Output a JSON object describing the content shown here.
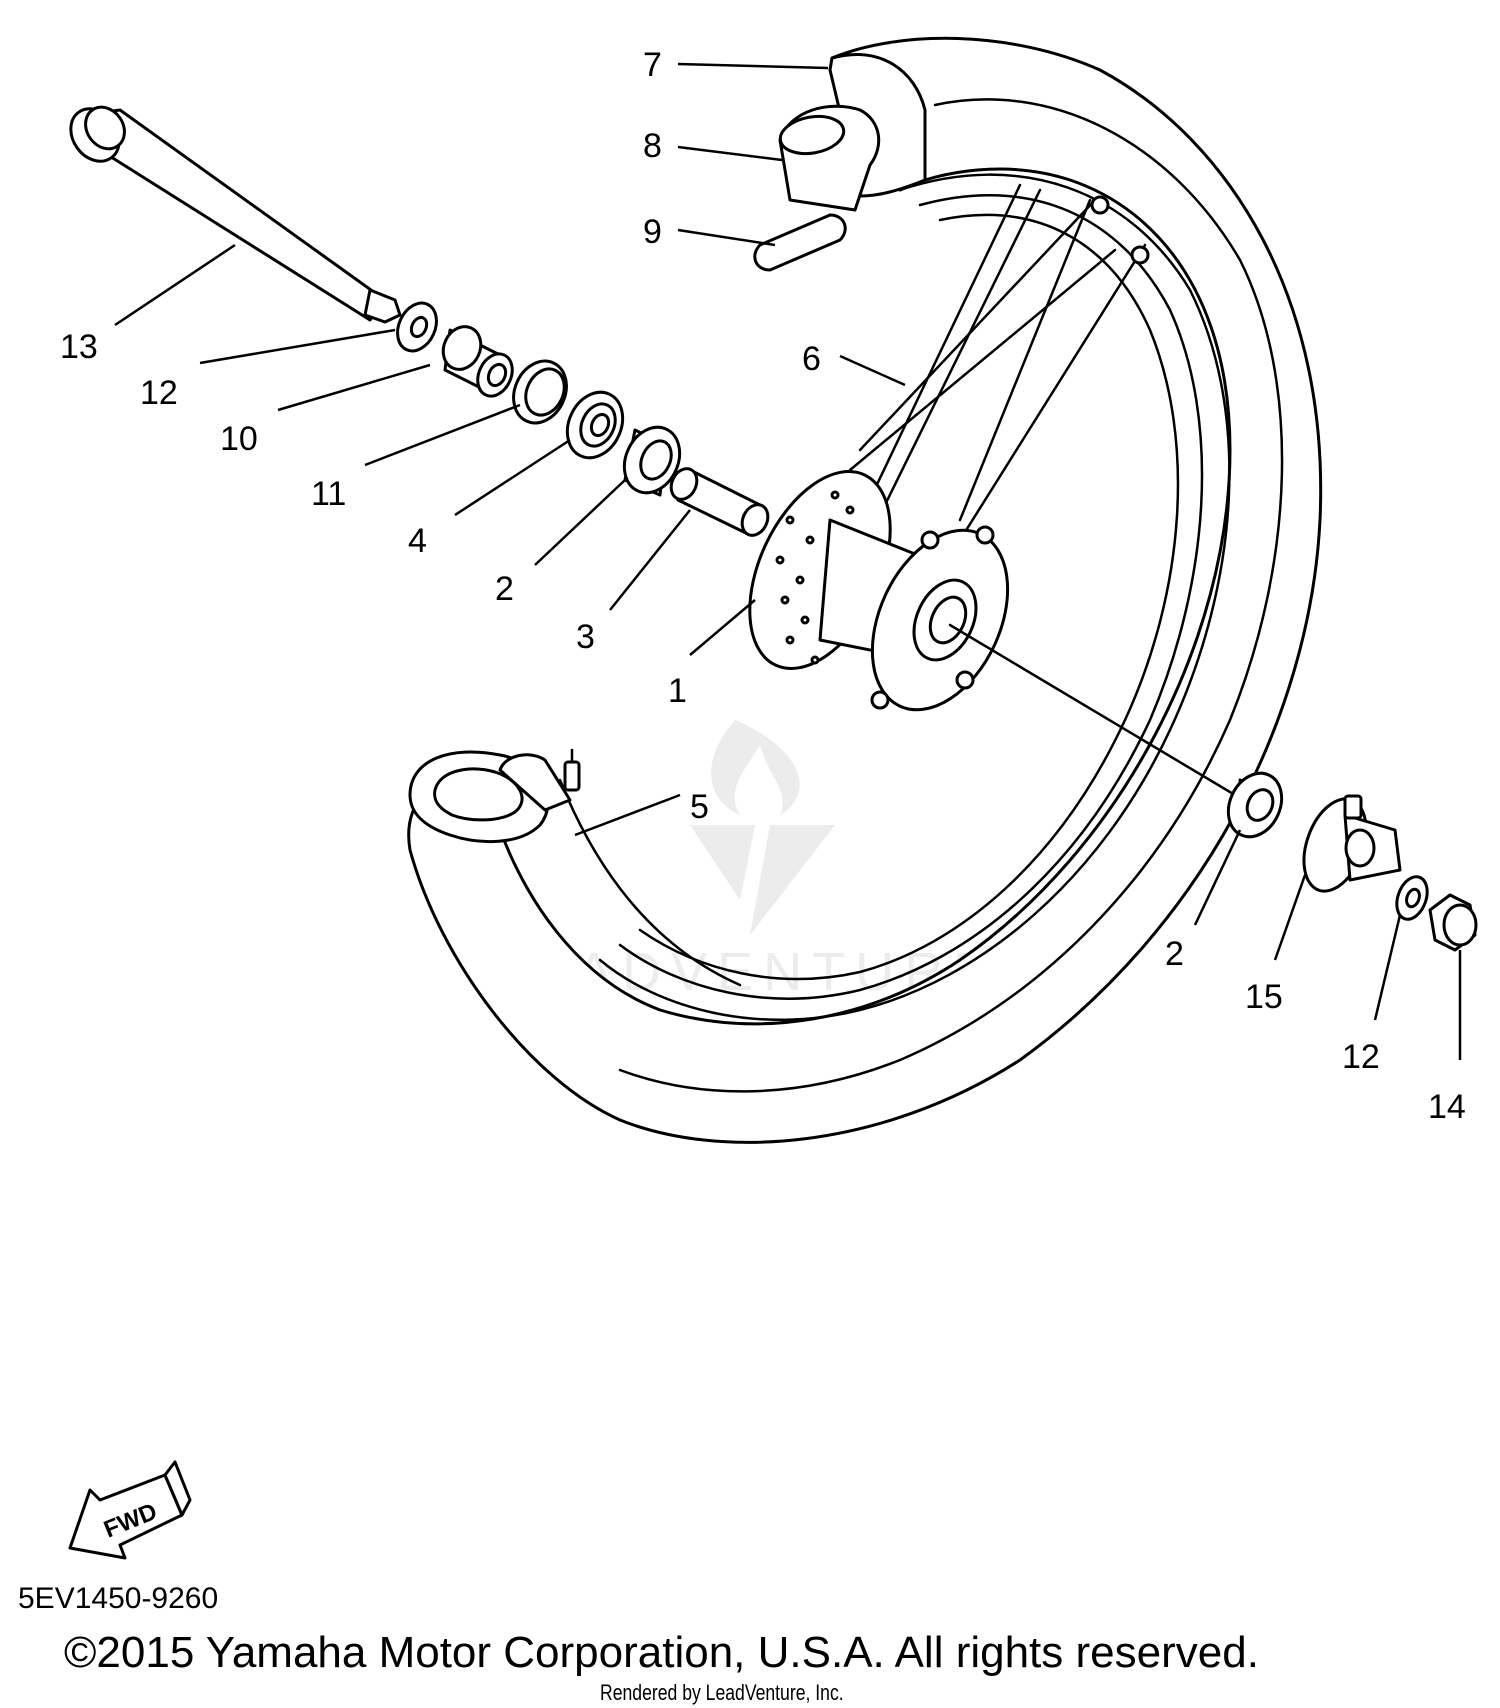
{
  "diagram": {
    "callouts": {
      "c7": "7",
      "c8": "8",
      "c9": "9",
      "c13": "13",
      "c6": "6",
      "c12a": "12",
      "c10": "10",
      "c11": "11",
      "c4": "4",
      "c2a": "2",
      "c3": "3",
      "c1": "1",
      "c5": "5",
      "c2b": "2",
      "c15": "15",
      "c12b": "12",
      "c14": "14"
    },
    "fwd_label": "FWD",
    "watermark_text": "LEADVENTURE"
  },
  "footer": {
    "diagram_code": "5EV1450-9260",
    "copyright": "©2015 Yamaha Motor Corporation, U.S.A. All rights reserved.",
    "rendered_by": "Rendered by LeadVenture, Inc."
  }
}
